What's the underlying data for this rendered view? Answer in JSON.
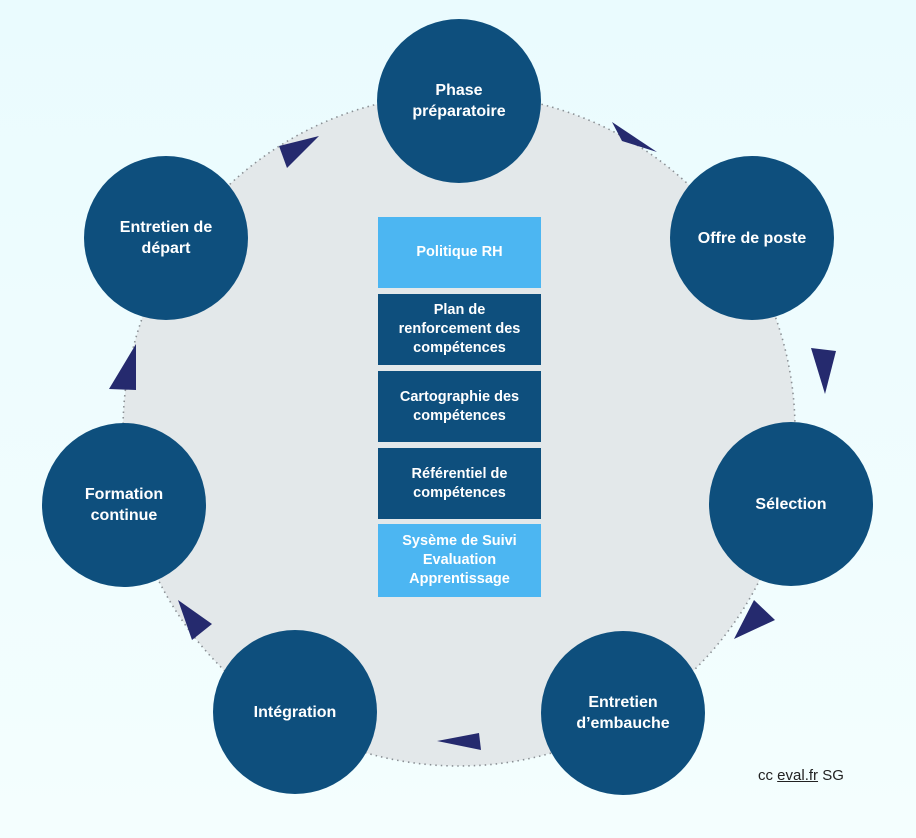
{
  "colors": {
    "node": "#0e4f7d",
    "box_dark": "#0e4f7d",
    "box_light": "#4cb6f2",
    "arrow": "#252a6e",
    "ring_fill": "#e3e8ea",
    "ring_border": "#8a9095"
  },
  "cycle": {
    "nodes": [
      {
        "label": "Phase préparatoire"
      },
      {
        "label": "Offre de poste"
      },
      {
        "label": "Sélection"
      },
      {
        "label": "Entretien d’embauche"
      },
      {
        "label": "Intégration"
      },
      {
        "label": "Formation continue"
      },
      {
        "label": "Entretien de départ"
      }
    ]
  },
  "center_stack": {
    "items": [
      {
        "label": "Politique RH",
        "style": "light"
      },
      {
        "label": "Plan de renforcement des compétences",
        "style": "dark"
      },
      {
        "label": "Cartographie des compétences",
        "style": "dark"
      },
      {
        "label": "Référentiel de compétences",
        "style": "dark"
      },
      {
        "label": "Sysème de Suivi Evaluation Apprentissage",
        "style": "light"
      }
    ]
  },
  "credit": {
    "prefix": "cc",
    "link": "eval.fr",
    "suffix": "SG"
  }
}
